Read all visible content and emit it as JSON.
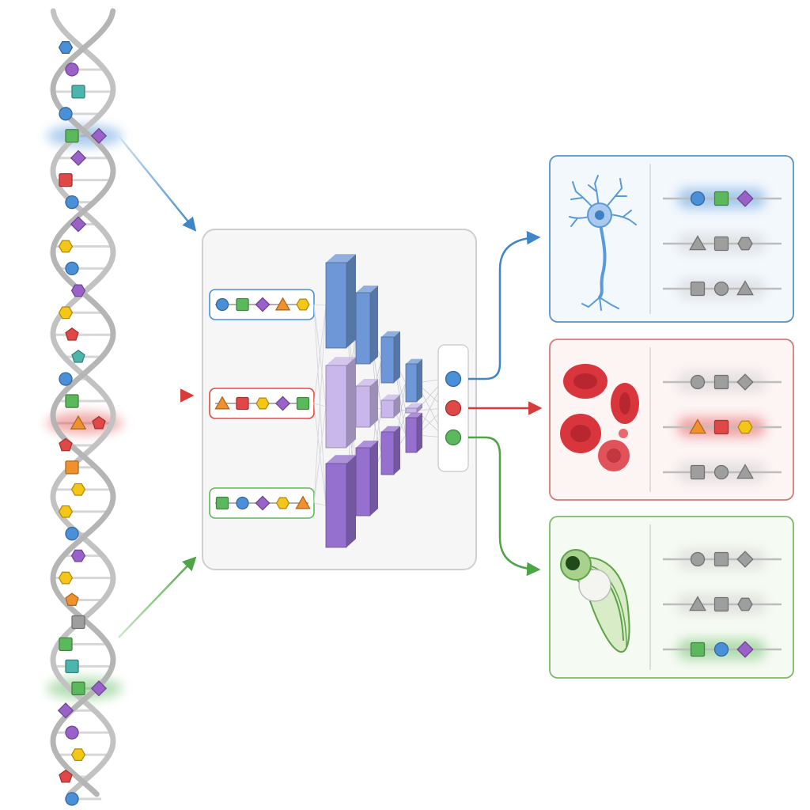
{
  "colors": {
    "blue": "#4a90d9",
    "green": "#5cb85c",
    "purple": "#9a62c9",
    "orange": "#f0912e",
    "yellow": "#f5c518",
    "red": "#e04848",
    "teal": "#4db6ac",
    "gray": "#9e9e9e",
    "helix": "#c2c2c2",
    "blue_route": "#3f86c9",
    "red_route": "#d93b3b",
    "green_route": "#4ea545",
    "panel_blue_border": "#5a92c8",
    "panel_red_border": "#d57a7a",
    "panel_green_border": "#7fb86c",
    "model_border": "#cfcfcf"
  },
  "dna": {
    "bases": [
      [
        "blue",
        "hex"
      ],
      [
        "purple",
        "circle"
      ],
      [
        "teal",
        "square"
      ],
      [
        "blue",
        "circle"
      ],
      [
        "green",
        "square"
      ],
      [
        "purple",
        "diamond"
      ],
      [
        "red",
        "square"
      ],
      [
        "blue",
        "circle"
      ],
      [
        "purple",
        "diamond"
      ],
      [
        "yellow",
        "hex"
      ],
      [
        "blue",
        "circle"
      ],
      [
        "purple",
        "hex"
      ],
      [
        "yellow",
        "hex"
      ],
      [
        "red",
        "pentagon"
      ],
      [
        "teal",
        "pentagon"
      ],
      [
        "blue",
        "circle"
      ],
      [
        "green",
        "square"
      ],
      [
        "orange",
        "triangle"
      ],
      [
        "red",
        "pentagon"
      ],
      [
        "orange",
        "square"
      ],
      [
        "yellow",
        "hex"
      ],
      [
        "yellow",
        "hex"
      ],
      [
        "blue",
        "circle"
      ],
      [
        "purple",
        "hex"
      ],
      [
        "yellow",
        "hex"
      ],
      [
        "orange",
        "pentagon"
      ],
      [
        "gray",
        "square"
      ],
      [
        "green",
        "square"
      ],
      [
        "teal",
        "square"
      ],
      [
        "green",
        "square"
      ],
      [
        "purple",
        "diamond"
      ],
      [
        "purple",
        "circle"
      ],
      [
        "yellow",
        "hex"
      ],
      [
        "red",
        "pentagon"
      ],
      [
        "blue",
        "circle"
      ]
    ],
    "highlights": [
      {
        "base_index": 4,
        "color": "blue"
      },
      {
        "base_index": 17,
        "color": "red"
      },
      {
        "base_index": 29,
        "color": "green"
      }
    ]
  },
  "input_sequences": [
    {
      "border": "blue",
      "tokens": [
        [
          "blue",
          "circle"
        ],
        [
          "green",
          "square"
        ],
        [
          "purple",
          "diamond"
        ],
        [
          "orange",
          "triangle"
        ],
        [
          "yellow",
          "hex"
        ]
      ]
    },
    {
      "border": "red",
      "tokens": [
        [
          "orange",
          "triangle"
        ],
        [
          "red",
          "square"
        ],
        [
          "yellow",
          "hex"
        ],
        [
          "purple",
          "diamond"
        ],
        [
          "green",
          "square"
        ]
      ]
    },
    {
      "border": "green",
      "tokens": [
        [
          "green",
          "square"
        ],
        [
          "blue",
          "circle"
        ],
        [
          "purple",
          "diamond"
        ],
        [
          "yellow",
          "hex"
        ],
        [
          "orange",
          "triangle"
        ]
      ]
    }
  ],
  "network": {
    "layer_colors": [
      "#6d97d6",
      "#c9b6ea",
      "#9570cf"
    ],
    "outputs": [
      "blue",
      "red",
      "green"
    ]
  },
  "panels": [
    {
      "cell": "neuron-icon",
      "border": "panel_blue_border",
      "glow": "blue",
      "rows": [
        {
          "tokens": [
            [
              "blue",
              "circle"
            ],
            [
              "green",
              "square"
            ],
            [
              "purple",
              "diamond"
            ]
          ],
          "active": true
        },
        {
          "tokens": [
            [
              "gray",
              "triangle"
            ],
            [
              "gray",
              "square"
            ],
            [
              "gray",
              "hex"
            ]
          ],
          "active": false
        },
        {
          "tokens": [
            [
              "gray",
              "square"
            ],
            [
              "gray",
              "circle"
            ],
            [
              "gray",
              "triangle"
            ]
          ],
          "active": false
        }
      ]
    },
    {
      "cell": "red-blood-cells-icon",
      "border": "panel_red_border",
      "glow": "red",
      "rows": [
        {
          "tokens": [
            [
              "gray",
              "circle"
            ],
            [
              "gray",
              "square"
            ],
            [
              "gray",
              "diamond"
            ]
          ],
          "active": false
        },
        {
          "tokens": [
            [
              "orange",
              "triangle"
            ],
            [
              "red",
              "square"
            ],
            [
              "yellow",
              "hex"
            ]
          ],
          "active": true
        },
        {
          "tokens": [
            [
              "gray",
              "square"
            ],
            [
              "gray",
              "circle"
            ],
            [
              "gray",
              "triangle"
            ]
          ],
          "active": false
        }
      ]
    },
    {
      "cell": "embryo-icon",
      "border": "panel_green_border",
      "glow": "green",
      "rows": [
        {
          "tokens": [
            [
              "gray",
              "circle"
            ],
            [
              "gray",
              "square"
            ],
            [
              "gray",
              "diamond"
            ]
          ],
          "active": false
        },
        {
          "tokens": [
            [
              "gray",
              "triangle"
            ],
            [
              "gray",
              "square"
            ],
            [
              "gray",
              "hex"
            ]
          ],
          "active": false
        },
        {
          "tokens": [
            [
              "green",
              "square"
            ],
            [
              "blue",
              "circle"
            ],
            [
              "purple",
              "diamond"
            ]
          ],
          "active": true
        }
      ]
    }
  ]
}
